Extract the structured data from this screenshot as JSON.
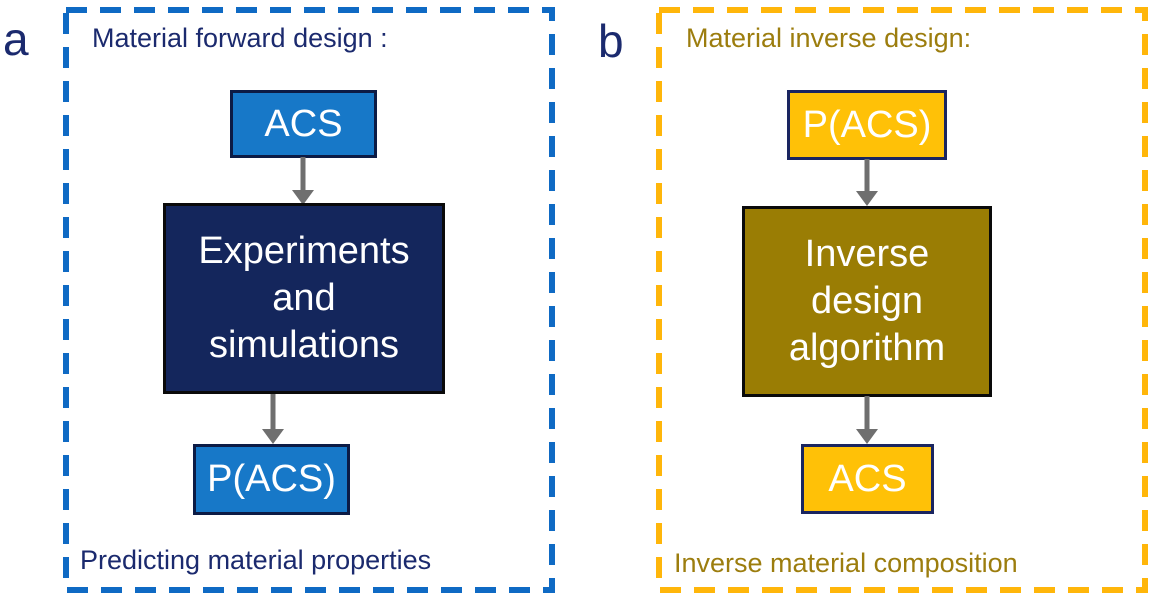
{
  "figure": {
    "background": "#ffffff",
    "arrow_color": "#6f6f6f",
    "panels": [
      {
        "label": "a",
        "title": "Material forward design :",
        "frame_color": "#0f6ac4",
        "title_color": "#1b2a6e",
        "top_box": "ACS",
        "mid_box": "Experiments\nand\nsimulations",
        "bottom_box": "P(ACS)",
        "caption": "Predicting material properties",
        "colors": {
          "small_box_fill": "#1778c8",
          "small_box_border": "#0c1b45",
          "mid_box_fill": "#14265c",
          "mid_box_border": "#0a0a0a",
          "box_text": "#ffffff",
          "caption_text": "#1b2a6e"
        }
      },
      {
        "label": "b",
        "title": "Material inverse design:",
        "frame_color": "#ffb60a",
        "title_color": "#9c7d0e",
        "top_box": "P(ACS)",
        "mid_box": "Inverse\ndesign\nalgorithm",
        "bottom_box": "ACS",
        "caption": "Inverse material composition",
        "colors": {
          "small_box_fill": "#ffc107",
          "small_box_border": "#1a2560",
          "mid_box_fill": "#9a7d04",
          "mid_box_border": "#0a0a0a",
          "box_text": "#ffffff",
          "caption_text": "#9c7d0e"
        }
      }
    ]
  }
}
